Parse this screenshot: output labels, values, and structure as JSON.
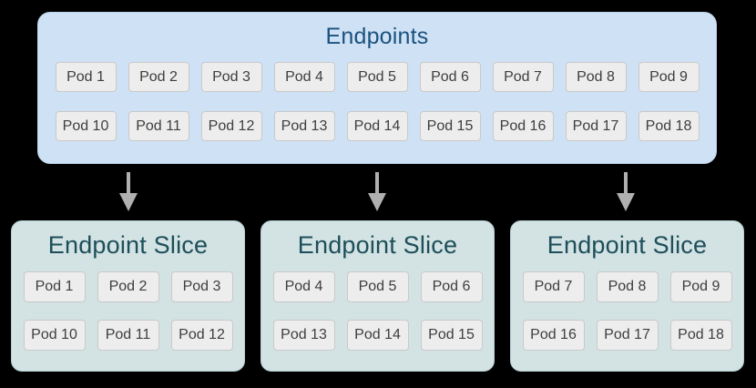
{
  "colors": {
    "background": "#000000",
    "endpoints_fill": "#cfe1f5",
    "endpoints_border": "#bcd4ec",
    "endpoints_title": "#1a527f",
    "slice_fill": "#d3e2e3",
    "slice_border": "#b6cfd4",
    "slice_title": "#1d4f5a",
    "pod_fill": "#ededed",
    "pod_border": "#c9c9c9",
    "pod_text": "#3e3e3e",
    "arrow": "#b0b0b0"
  },
  "endpoints": {
    "title": "Endpoints",
    "rows": [
      [
        "Pod 1",
        "Pod 2",
        "Pod 3",
        "Pod 4",
        "Pod 5",
        "Pod 6",
        "Pod 7",
        "Pod 8",
        "Pod 9"
      ],
      [
        "Pod 10",
        "Pod 11",
        "Pod 12",
        "Pod 13",
        "Pod 14",
        "Pod 15",
        "Pod 16",
        "Pod 17",
        "Pod 18"
      ]
    ]
  },
  "arrows": [
    "down-arrow",
    "down-arrow",
    "down-arrow"
  ],
  "slices": [
    {
      "title": "Endpoint Slice",
      "rows": [
        [
          "Pod 1",
          "Pod 2",
          "Pod 3"
        ],
        [
          "Pod 10",
          "Pod 11",
          "Pod 12"
        ]
      ]
    },
    {
      "title": "Endpoint Slice",
      "rows": [
        [
          "Pod 4",
          "Pod 5",
          "Pod 6"
        ],
        [
          "Pod 13",
          "Pod 14",
          "Pod 15"
        ]
      ]
    },
    {
      "title": "Endpoint Slice",
      "rows": [
        [
          "Pod 7",
          "Pod 8",
          "Pod 9"
        ],
        [
          "Pod 16",
          "Pod 17",
          "Pod 18"
        ]
      ]
    }
  ]
}
